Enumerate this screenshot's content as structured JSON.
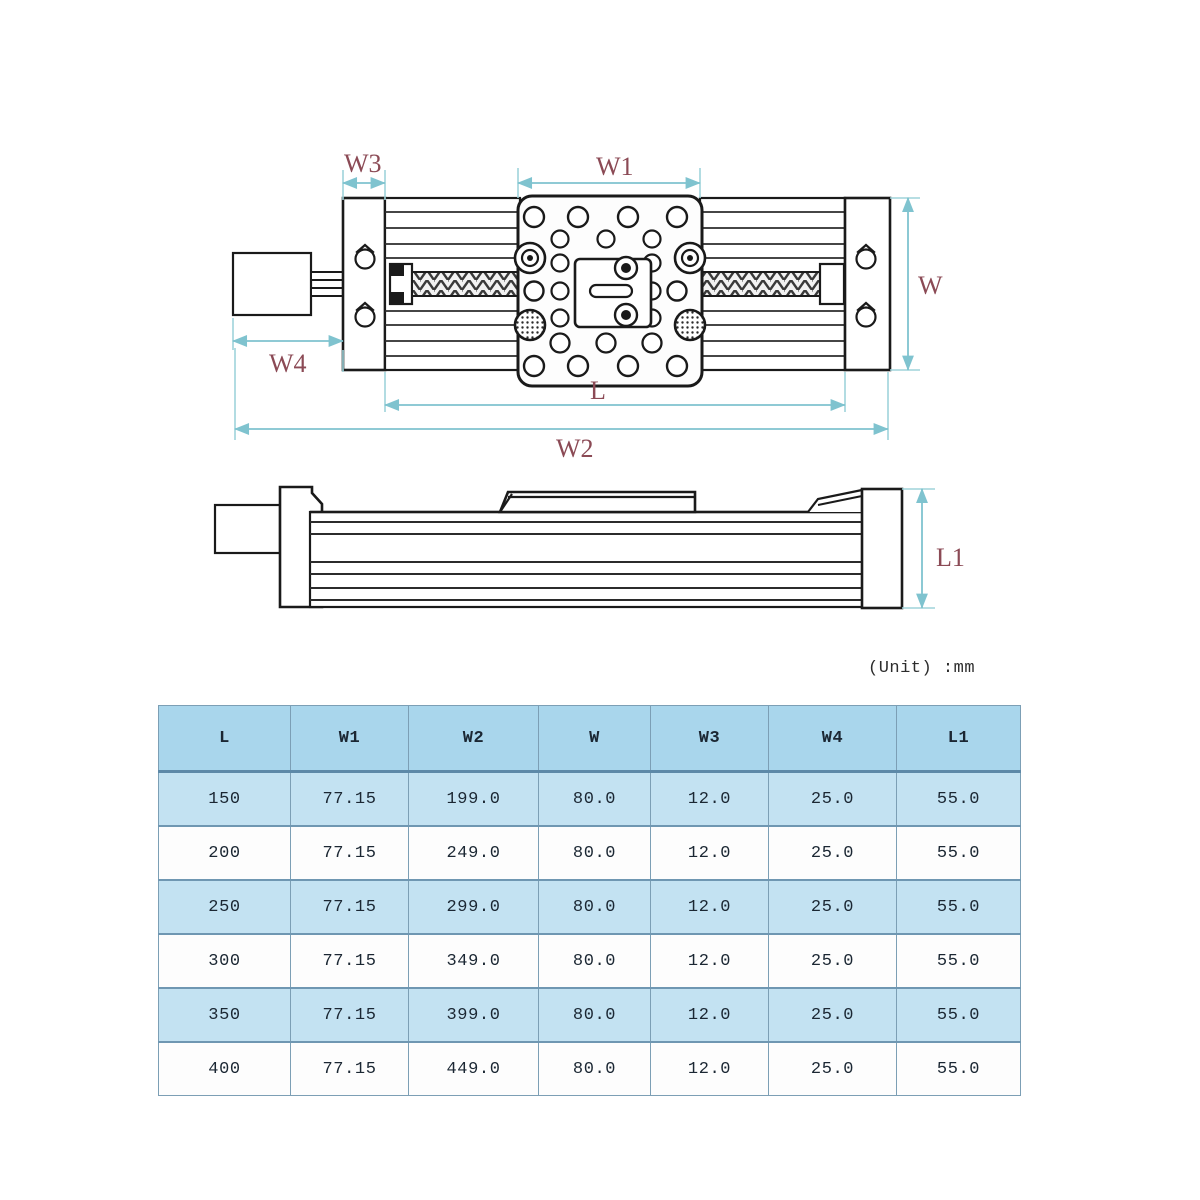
{
  "drawing": {
    "title": "Linear actuator / sliding table dimension drawing",
    "views": [
      {
        "name": "top-view",
        "label": ""
      },
      {
        "name": "side-view",
        "label": ""
      }
    ],
    "dimension_labels": {
      "w3": "W3",
      "w1": "W1",
      "w": "W",
      "w4": "W4",
      "l": "L",
      "w2": "W2",
      "l1": "L1"
    },
    "colors": {
      "dimension_line": "#a6d9e0",
      "dimension_text": "#8b4a55",
      "outline": "#1a1a1a",
      "table_header_bg": "#a9d6ec",
      "table_row_alt_bg": "#c3e2f2",
      "table_border": "#7c9fb5"
    }
  },
  "unit_note": "(Unit) :mm",
  "table": {
    "name": "dimension-spec-table",
    "headers": [
      "L",
      "W1",
      "W2",
      "W",
      "W3",
      "W4",
      "L1"
    ],
    "rows": [
      [
        "150",
        "77.15",
        "199.0",
        "80.0",
        "12.0",
        "25.0",
        "55.0"
      ],
      [
        "200",
        "77.15",
        "249.0",
        "80.0",
        "12.0",
        "25.0",
        "55.0"
      ],
      [
        "250",
        "77.15",
        "299.0",
        "80.0",
        "12.0",
        "25.0",
        "55.0"
      ],
      [
        "300",
        "77.15",
        "349.0",
        "80.0",
        "12.0",
        "25.0",
        "55.0"
      ],
      [
        "350",
        "77.15",
        "399.0",
        "80.0",
        "12.0",
        "25.0",
        "55.0"
      ],
      [
        "400",
        "77.15",
        "449.0",
        "80.0",
        "12.0",
        "25.0",
        "55.0"
      ]
    ]
  }
}
